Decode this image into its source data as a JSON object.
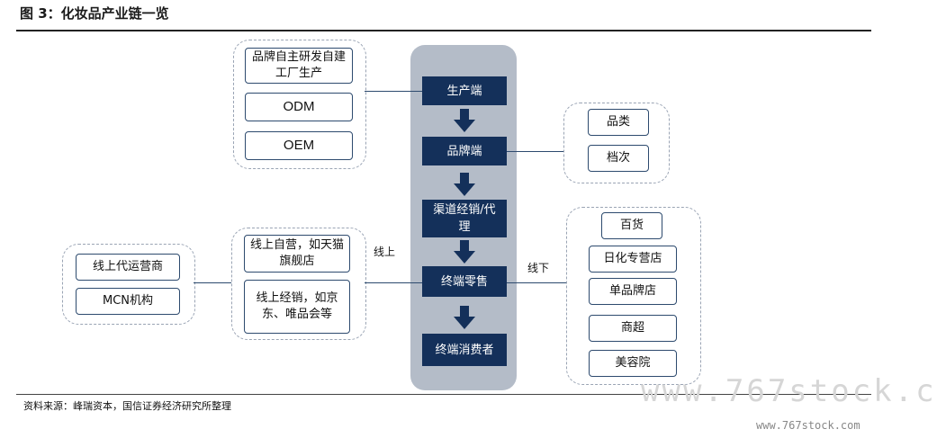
{
  "title": "图 3：化妆品产业链一览",
  "source": "资料来源：峰瑞资本，国信证券经济研究所整理",
  "chain": [
    "生产端",
    "品牌端",
    "渠道经销/代理",
    "终端零售",
    "终端消费者"
  ],
  "production_sources": [
    "品牌自主研发自建工厂生产",
    "ODM",
    "OEM"
  ],
  "brand_attributes": [
    "品类",
    "档次"
  ],
  "online_channels": [
    "线上自营，如天猫旗舰店",
    "线上经销，如京东、唯品会等"
  ],
  "online_agents": [
    "线上代运营商",
    "MCN机构"
  ],
  "offline_channels": [
    "百货",
    "日化专营店",
    "单品牌店",
    "商超",
    "美容院"
  ],
  "labels": {
    "online": "线上",
    "offline": "线下"
  },
  "watermark": {
    "big": "www.767stock.c",
    "small": "www.767stock.com"
  }
}
